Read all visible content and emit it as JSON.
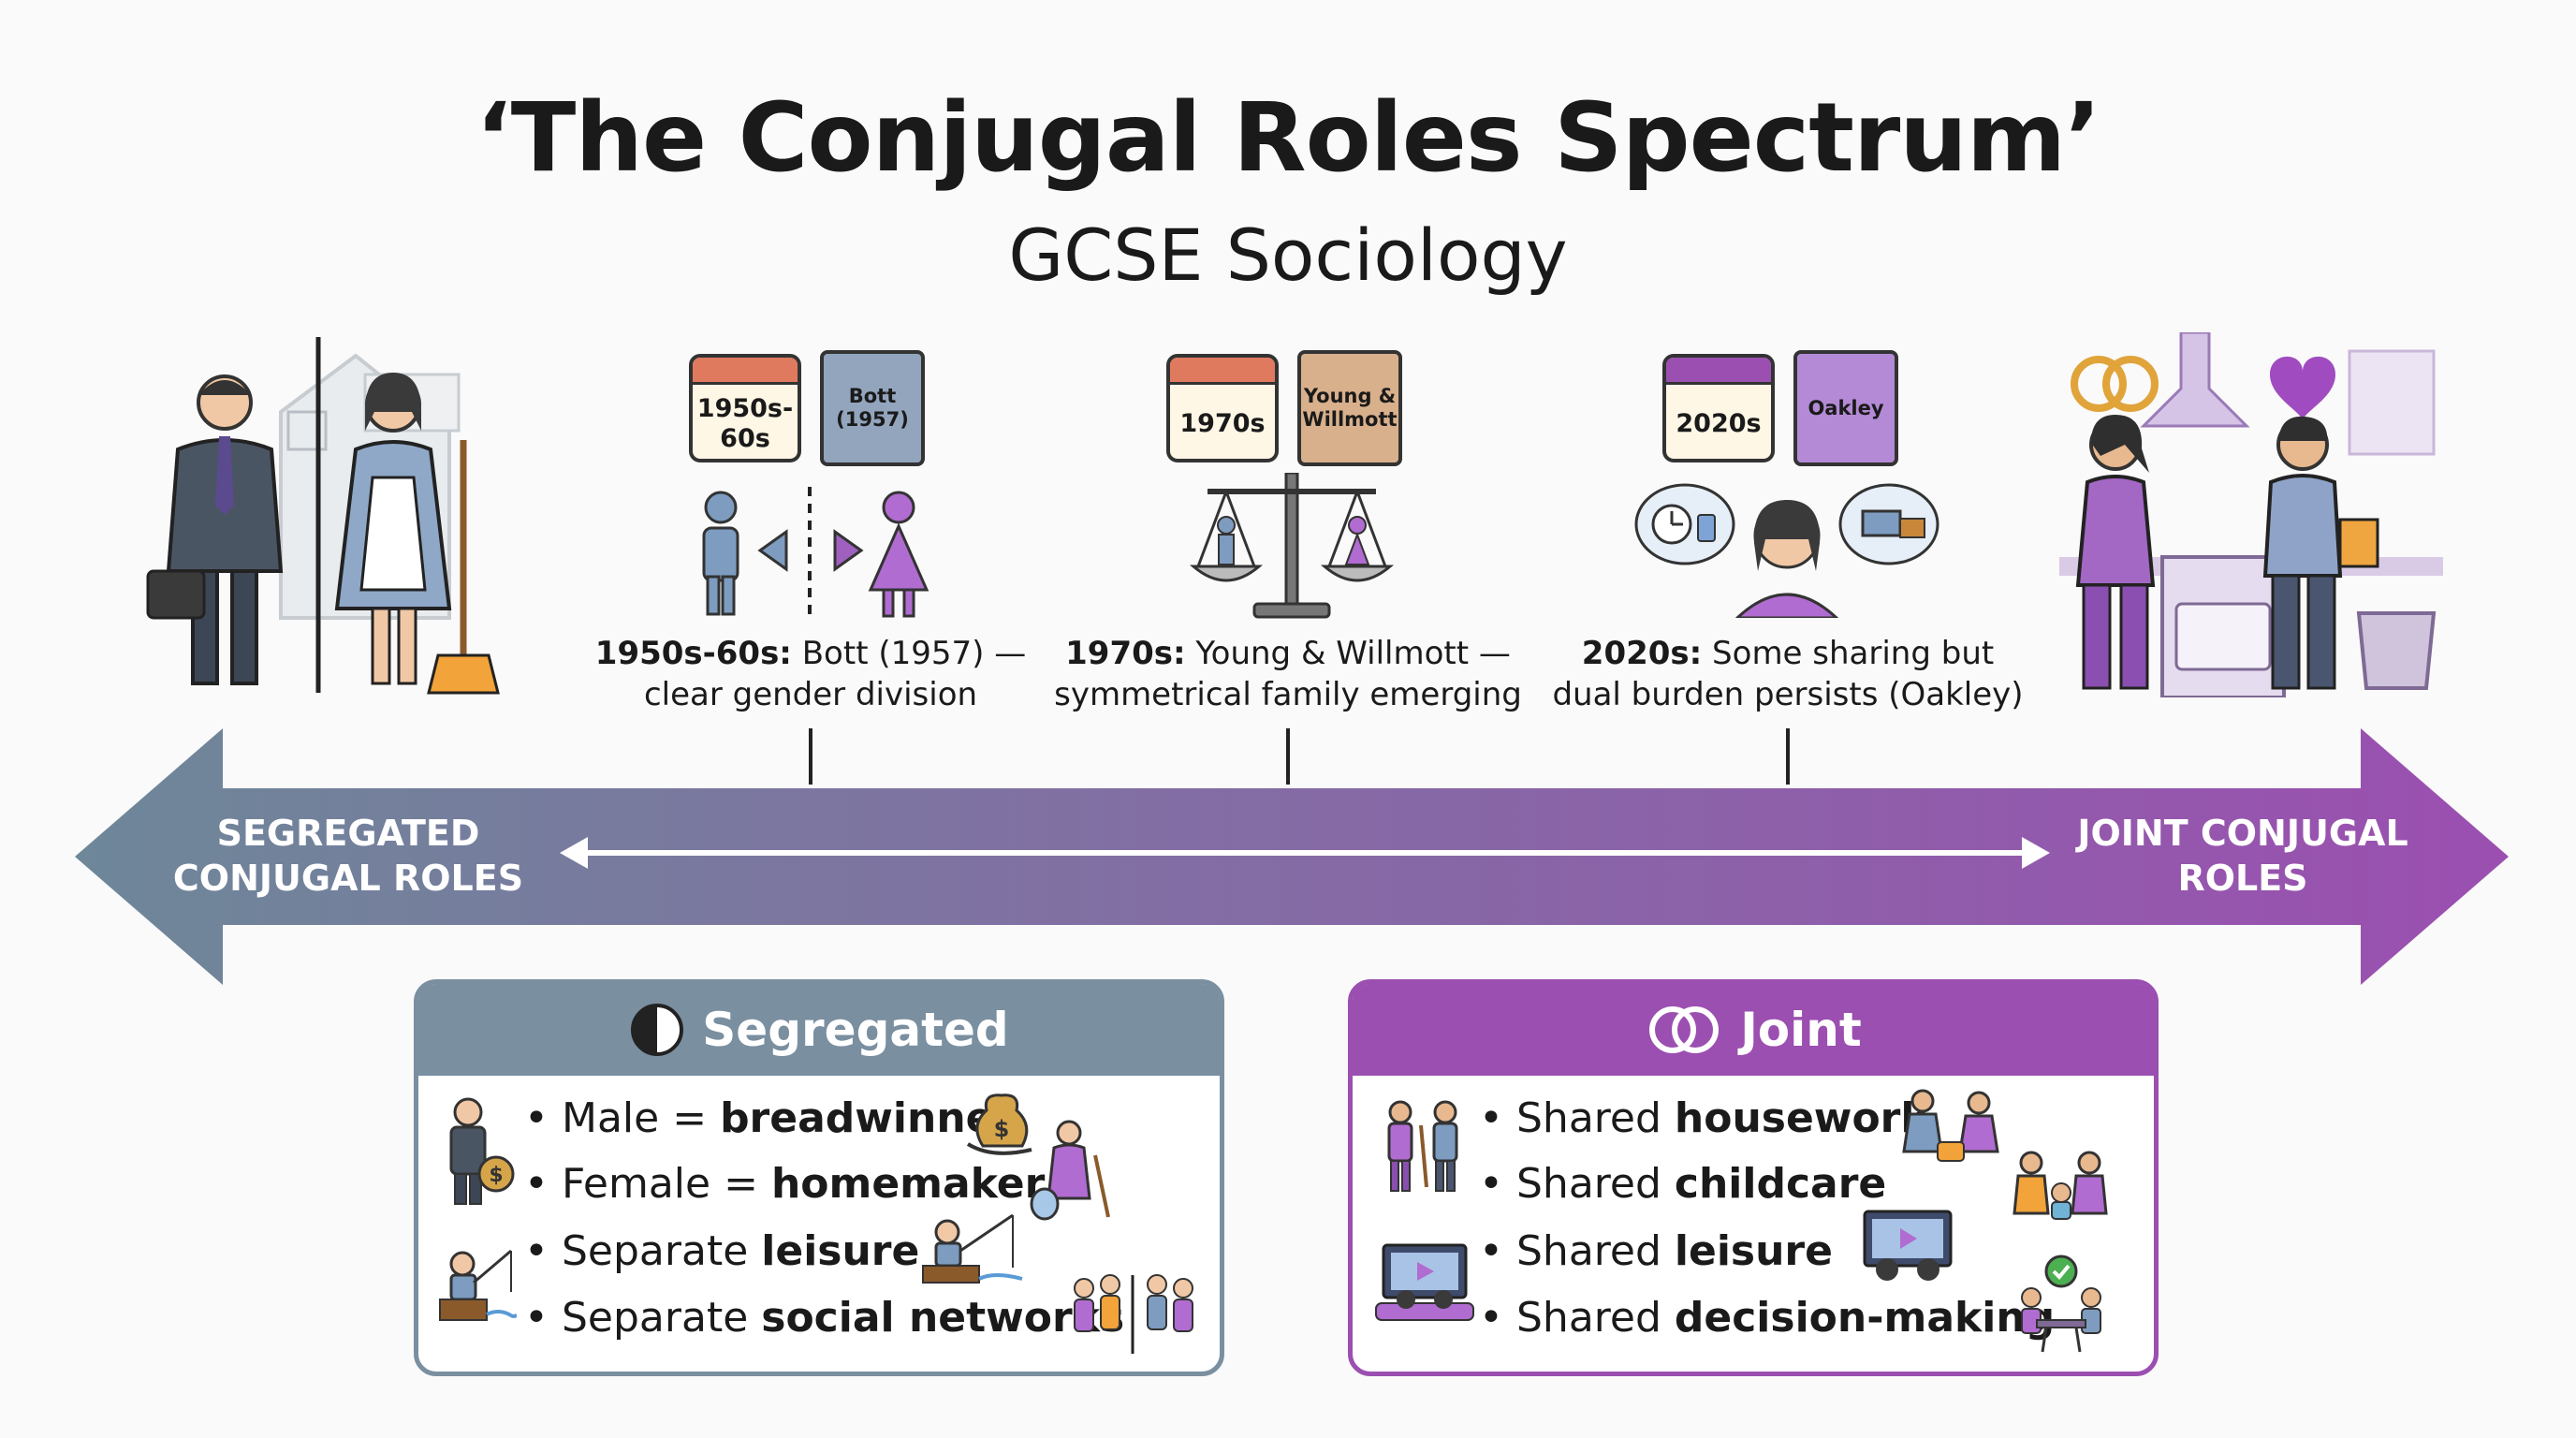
{
  "title": "‘The Conjugal Roles Spectrum’",
  "subtitle": "GCSE Sociology",
  "spectrum": {
    "left_label_line1": "SEGREGATED",
    "left_label_line2": "CONJUGAL ROLES",
    "right_label_line1": "JOINT CONJUGAL",
    "right_label_line2": "ROLES",
    "colors": {
      "left": "#6e8799",
      "right": "#9b4fb0"
    }
  },
  "milestones": [
    {
      "calendar": "1950s-\n60s",
      "calendar_line1": "1950s-",
      "calendar_line2": "60s",
      "book_line1": "Bott",
      "book_line2": "(1957)",
      "caption_bold": "1950s-60s:",
      "caption_rest": " Bott (1957) —",
      "caption_line2": "clear gender division"
    },
    {
      "calendar_line1": "1970s",
      "book_line1": "Young &",
      "book_line2": "Willmott",
      "caption_bold": "1970s:",
      "caption_rest": " Young & Willmott —",
      "caption_line2": "symmetrical family emerging"
    },
    {
      "calendar_line1": "2020s",
      "book_line1": "Oakley",
      "caption_bold": "2020s:",
      "caption_rest": " Some sharing but",
      "caption_line2": "dual burden persists (Oakley)"
    }
  ],
  "segregated": {
    "heading": "Segregated",
    "icon": "half-circle-icon",
    "color": "#7a8fa0",
    "items": [
      {
        "plain": "Male = ",
        "bold": "breadwinner"
      },
      {
        "plain": "Female = ",
        "bold": "homemaker"
      },
      {
        "plain": "Separate ",
        "bold": "leisure"
      },
      {
        "plain": "Separate ",
        "bold": "social networks"
      }
    ]
  },
  "joint": {
    "heading": "Joint",
    "icon": "interlocking-rings-icon",
    "color": "#9b4fb0",
    "items": [
      {
        "plain": "Shared ",
        "bold": "housework"
      },
      {
        "plain": "Shared ",
        "bold": "childcare"
      },
      {
        "plain": "Shared ",
        "bold": "leisure"
      },
      {
        "plain": "Shared ",
        "bold": "decision-making"
      }
    ]
  },
  "illustration_labels": {
    "dollar": "$"
  }
}
